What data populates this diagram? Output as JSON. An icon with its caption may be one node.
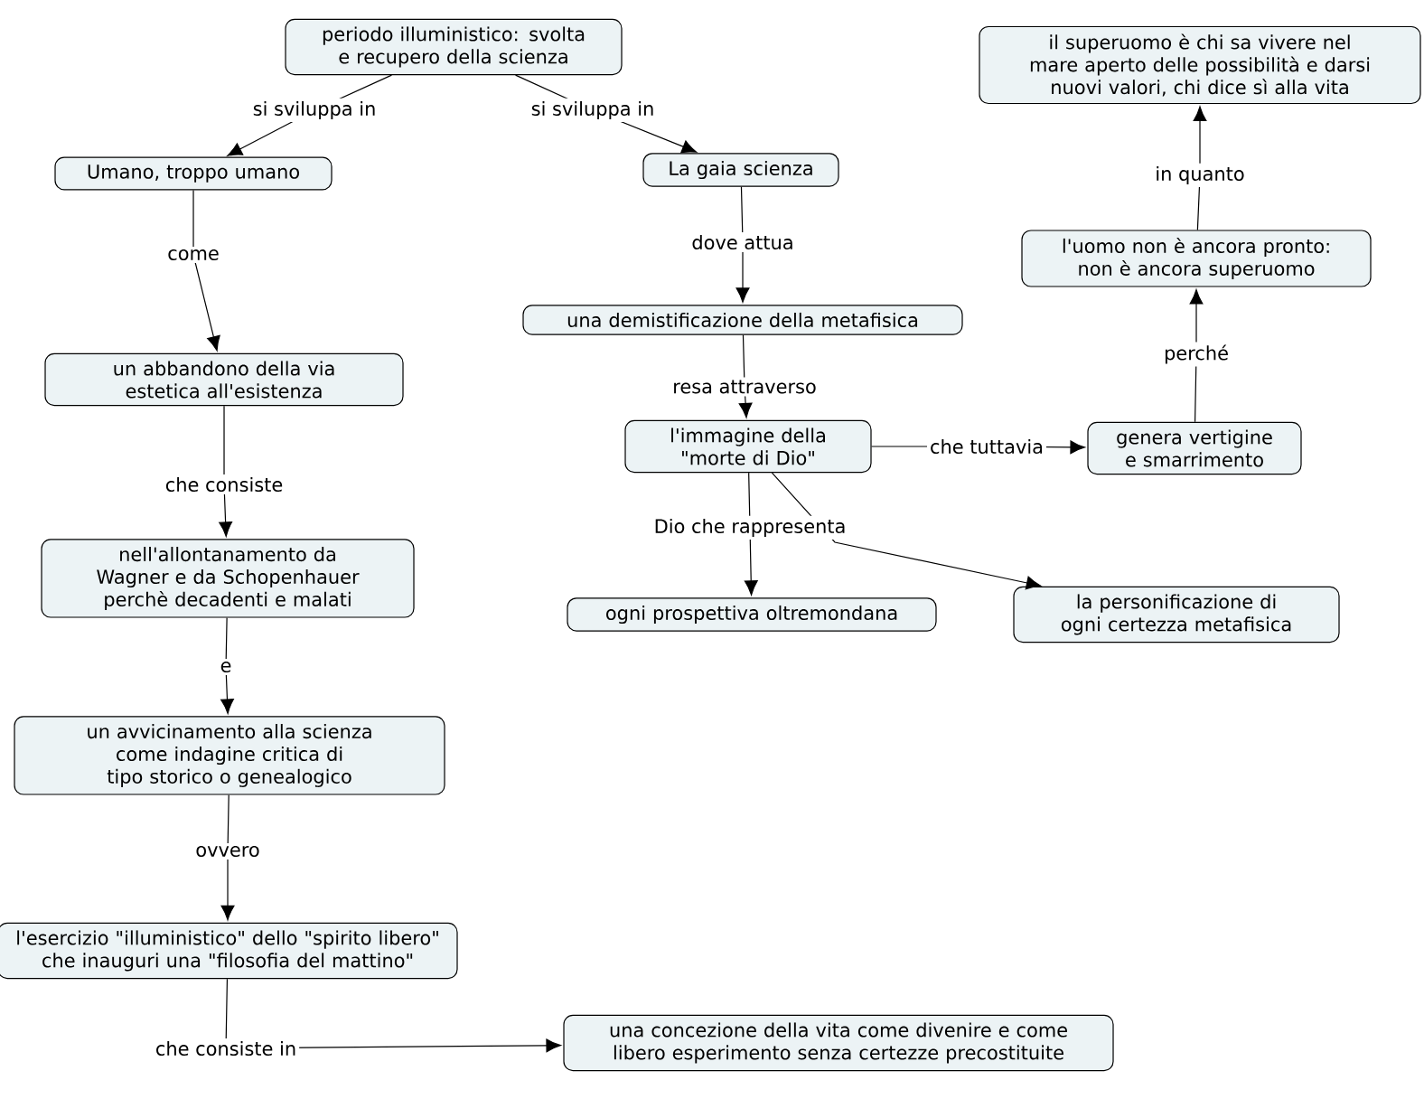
{
  "diagram": {
    "nodes": [
      {
        "text": [
          "periodo illuministico: svolta e recupero della scienza"
        ]
      },
      {
        "text": [
          "Umano, troppo umano"
        ]
      },
      {
        "text": [
          "La gaia scienza"
        ]
      },
      {
        "text": [
          "il superuomo è chi sa vivere nel mare aperto delle possibilità e darsi nuovi valori, chi dice sì alla vita"
        ]
      },
      {
        "text": [
          "l'uomo non è ancora pronto: non è ancora superuomo"
        ]
      },
      {
        "text": [
          "una demistificazione della metafisica"
        ]
      },
      {
        "text": [
          "un abbandono della via estetica all'esistenza"
        ]
      },
      {
        "text": [
          "l'immagine della \"morte di Dio\""
        ]
      },
      {
        "text": [
          "genera vertigine e smarrimento"
        ]
      },
      {
        "text": [
          "nell'allontanamento da Wagner e da Schopenhauer perchè decadenti e malati"
        ]
      },
      {
        "text": [
          "la personificazione di ogni certezza metafisica"
        ]
      },
      {
        "text": [
          "ogni prospettiva oltremondana"
        ]
      },
      {
        "text": [
          "un avvicinamento alla scienza come indagine critica di tipo storico o genealogico"
        ]
      },
      {
        "text": [
          "l'esercizio \"illuministico\" dello \"spirito libero\" che inauguri una \"filosofia del mattino\""
        ]
      },
      {
        "text": [
          "una concezione della vita come divenire e come libero esperimento senza certezze precostituite"
        ]
      }
    ],
    "edges": [
      {
        "from": 0,
        "to": 1,
        "arrow": "to",
        "label": "si sviluppa in"
      },
      {
        "from": 0,
        "to": 2,
        "arrow": "to",
        "label": "si sviluppa in"
      },
      {
        "from": 1,
        "to": 6,
        "arrow": "to",
        "label": "come"
      },
      {
        "from": 2,
        "to": 5,
        "arrow": "to",
        "label": "dove attua"
      },
      {
        "from": 5,
        "to": 7,
        "arrow": "to",
        "label": "resa attraverso"
      },
      {
        "from": 6,
        "to": 9,
        "arrow": "to",
        "label": "che consiste"
      },
      {
        "from": 7,
        "to": 8,
        "arrow": "to",
        "label": "che tuttavia"
      },
      {
        "from": 8,
        "to": 4,
        "arrow": "to",
        "label": "perché"
      },
      {
        "from": 4,
        "to": 3,
        "arrow": "to",
        "label": "in quanto"
      },
      {
        "from": 7,
        "to": 11,
        "arrow": "to",
        "label": "Dio che rappresenta"
      },
      {
        "from": 7,
        "to": 10,
        "arrow": "to"
      },
      {
        "from": 9,
        "to": 12,
        "arrow": "to",
        "label": "e"
      },
      {
        "from": 12,
        "to": 13,
        "arrow": "to",
        "label": "ovvero"
      },
      {
        "from": 13,
        "to": 14,
        "arrow": "to",
        "label": "che consiste in"
      }
    ]
  }
}
